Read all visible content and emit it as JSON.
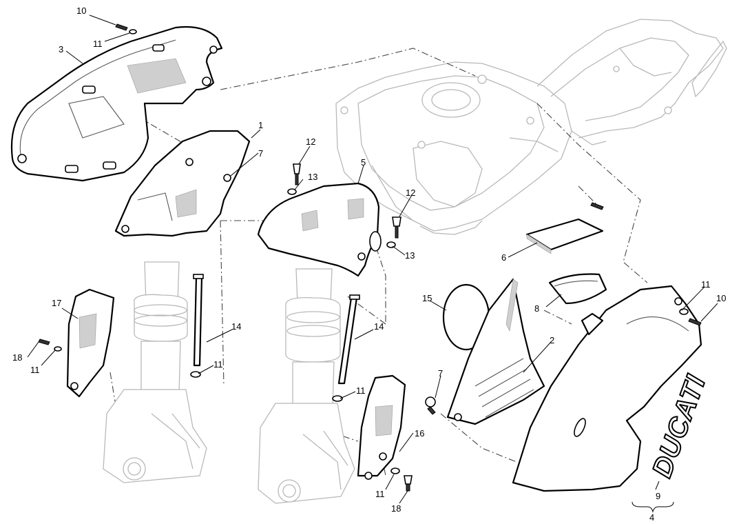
{
  "callouts": {
    "c1": "1",
    "c2": "2",
    "c3": "3",
    "c4": "4",
    "c5": "5",
    "c6": "6",
    "c7a": "7",
    "c7b": "7",
    "c8": "8",
    "c9": "9",
    "c10a": "10",
    "c10b": "10",
    "c11a": "11",
    "c11b": "11",
    "c11c": "11",
    "c11d": "11",
    "c11e": "11",
    "c11f": "11",
    "c12a": "12",
    "c12b": "12",
    "c13a": "13",
    "c13b": "13",
    "c14a": "14",
    "c14b": "14",
    "c15": "15",
    "c16": "16",
    "c17": "17",
    "c18a": "18",
    "c18b": "18"
  },
  "brand_text": "DUCATI",
  "colors": {
    "line": "#000000",
    "ghost": "#b8b8b8",
    "background": "#ffffff"
  }
}
